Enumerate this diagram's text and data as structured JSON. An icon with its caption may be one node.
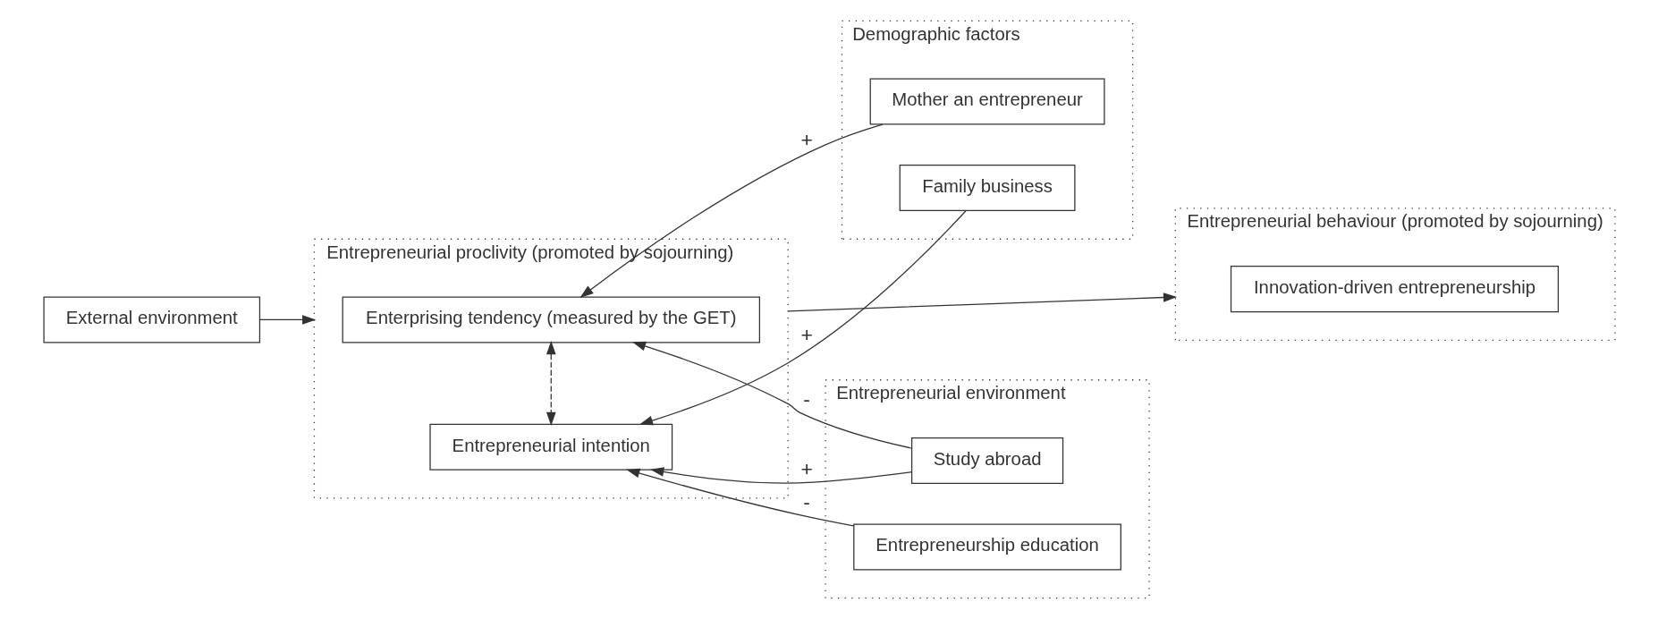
{
  "diagram": {
    "nodes": [
      {
        "text": [
          "External environment"
        ]
      },
      {
        "text": [
          "Entrepreneurial proclivity (promoted by sojourning)"
        ]
      },
      {
        "text": [
          "Enterprising tendency (measured by the GET)"
        ],
        "in": 1
      },
      {
        "text": [
          "Entrepreneurial intention"
        ],
        "in": 1
      },
      {
        "text": [
          "Demographic factors"
        ]
      },
      {
        "text": [
          "Mother an entrepreneur"
        ],
        "in": 4
      },
      {
        "text": [
          "Family business"
        ],
        "in": 4
      },
      {
        "text": [
          "Entrepreneurial environment"
        ]
      },
      {
        "text": [
          "Study abroad"
        ],
        "in": 7
      },
      {
        "text": [
          "Entrepreneurship education"
        ],
        "in": 7
      },
      {
        "text": [
          "Entrepreneurial behaviour (promoted by sojourning)"
        ]
      },
      {
        "text": [
          "Innovation-driven entrepreneurship"
        ],
        "in": 10
      }
    ],
    "edges": [
      {
        "from": 0,
        "to": 1,
        "arrow": "to"
      },
      {
        "from": 1,
        "to": 10,
        "arrow": "to"
      },
      {
        "from": 5,
        "to": 2,
        "arrow": "to",
        "label": "+"
      },
      {
        "from": 8,
        "to": 2,
        "arrow": "to",
        "label": "-"
      },
      {
        "from": 6,
        "to": 3,
        "arrow": "to",
        "label": "+"
      },
      {
        "from": 8,
        "to": 3,
        "arrow": "to",
        "label": "+"
      },
      {
        "from": 9,
        "to": 3,
        "arrow": "to",
        "label": "-"
      },
      {
        "from": 2,
        "to": 3,
        "arrow": "both",
        "style": "dashed"
      }
    ]
  }
}
